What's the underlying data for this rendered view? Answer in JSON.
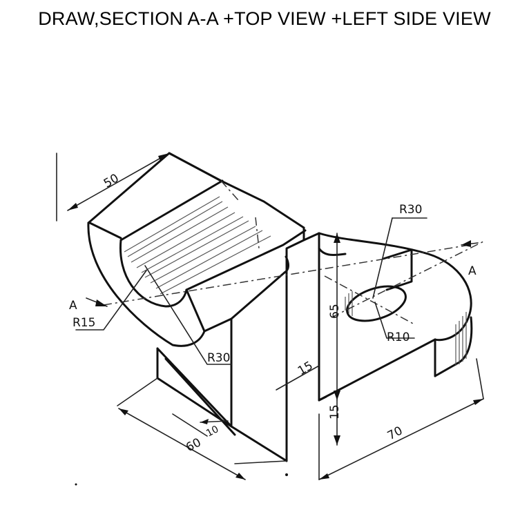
{
  "title": "DRAW,SECTION A-A +TOP VIEW +LEFT SIDE VIEW",
  "dimensions": {
    "d50": "50",
    "d65": "65",
    "d15_mid": "15",
    "d15_low": "15",
    "d60": "60",
    "d10": "10",
    "d70": "70",
    "r30_top": "R30",
    "r30_left": "R30",
    "r15": "R15",
    "r10": "R10",
    "section_left": "A",
    "section_right": "A"
  }
}
